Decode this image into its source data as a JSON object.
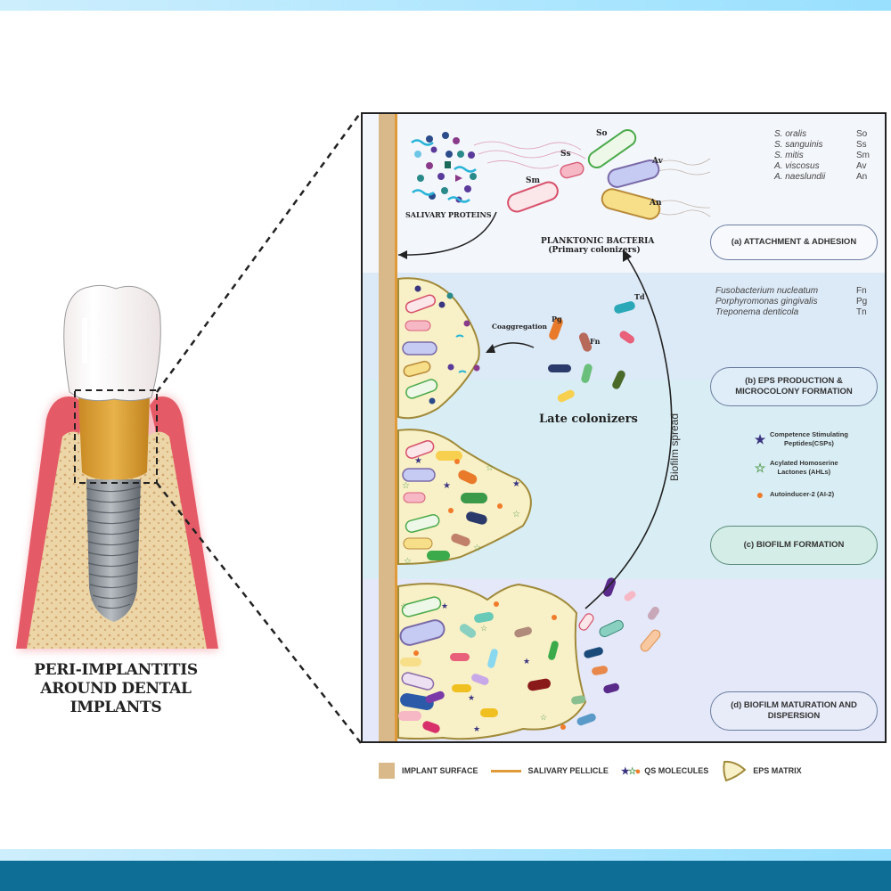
{
  "figure": {
    "title": "PERI-IMPLANTITIS AROUND DENTAL IMPLANTS",
    "title_lines": [
      "PERI-IMPLANTITIS",
      "AROUND DENTAL",
      "IMPLANTS"
    ]
  },
  "colors": {
    "top_bar_start": "#cdeefd",
    "top_bar_end": "#98e0fe",
    "bottom_bar_dark": "#0e6e95",
    "implant_surface": "#d9b98a",
    "salivary_pellicle": "#e09a3a",
    "eps_matrix_fill": "#f8f0c6",
    "eps_matrix_stroke": "#a08a3a",
    "gum": "#e45a66",
    "bone": "#e8cfa0",
    "calculus": "#d9a23a",
    "implant_screw": "#8d9298",
    "csp_star": "#3a3580",
    "ahl_star": "#5ca15a",
    "ai2_dot": "#f07b2a"
  },
  "stages": [
    {
      "id": "a",
      "label": "(a) ATTACHMENT & ADHESION"
    },
    {
      "id": "b",
      "label_lines": [
        "(b) EPS PRODUCTION &",
        "MICROCOLONY FORMATION"
      ]
    },
    {
      "id": "c",
      "label": "(c) BIOFILM FORMATION"
    },
    {
      "id": "d",
      "label_lines": [
        "(d) BIOFILM MATURATION AND",
        "DISPERSION"
      ]
    }
  ],
  "primary_colonizers": [
    {
      "name": "S. oralis",
      "abbr": "So"
    },
    {
      "name": "S. sanguinis",
      "abbr": "Ss"
    },
    {
      "name": "S. mitis",
      "abbr": "Sm"
    },
    {
      "name": "A. viscosus",
      "abbr": "Av"
    },
    {
      "name": "A. naeslundii",
      "abbr": "An"
    }
  ],
  "late_colonizers": [
    {
      "name": "Fusobacterium nucleatum",
      "abbr": "Fn"
    },
    {
      "name": "Porphyromonas gingivalis",
      "abbr": "Pg"
    },
    {
      "name": "Treponema denticola",
      "abbr": "Tn"
    }
  ],
  "diagram_labels": {
    "salivary_proteins": "SALIVARY PROTEINS",
    "planktonic_line1": "PLANKTONIC BACTERIA",
    "planktonic_line2": "(Primary colonizers)",
    "coaggregation": "Coaggregation",
    "late_colonizers": "Late colonizers",
    "biofilm_spread": "Biofilm spread",
    "bac_so": "So",
    "bac_ss": "Ss",
    "bac_sm": "Sm",
    "bac_av": "Av",
    "bac_an": "An",
    "bac_pg": "Pg",
    "bac_fn": "Fn",
    "bac_td": "Td"
  },
  "qs_legend": [
    {
      "symbol": "★",
      "color": "#3a3580",
      "lines": [
        "Competence Stimulating",
        "Peptides(CSPs)"
      ]
    },
    {
      "symbol": "☆",
      "color": "#5ca15a",
      "lines": [
        "Acylated Homoserine",
        "Lactones (AHLs)"
      ]
    },
    {
      "symbol": "●",
      "color": "#f07b2a",
      "lines": [
        "Autoinducer-2 (AI-2)"
      ]
    }
  ],
  "bottom_legend": {
    "implant_surface": "IMPLANT SURFACE",
    "salivary_pellicle": "SALIVARY PELLICLE",
    "qs_molecules": "QS MOLECULES",
    "eps_matrix": "EPS MATRIX"
  }
}
